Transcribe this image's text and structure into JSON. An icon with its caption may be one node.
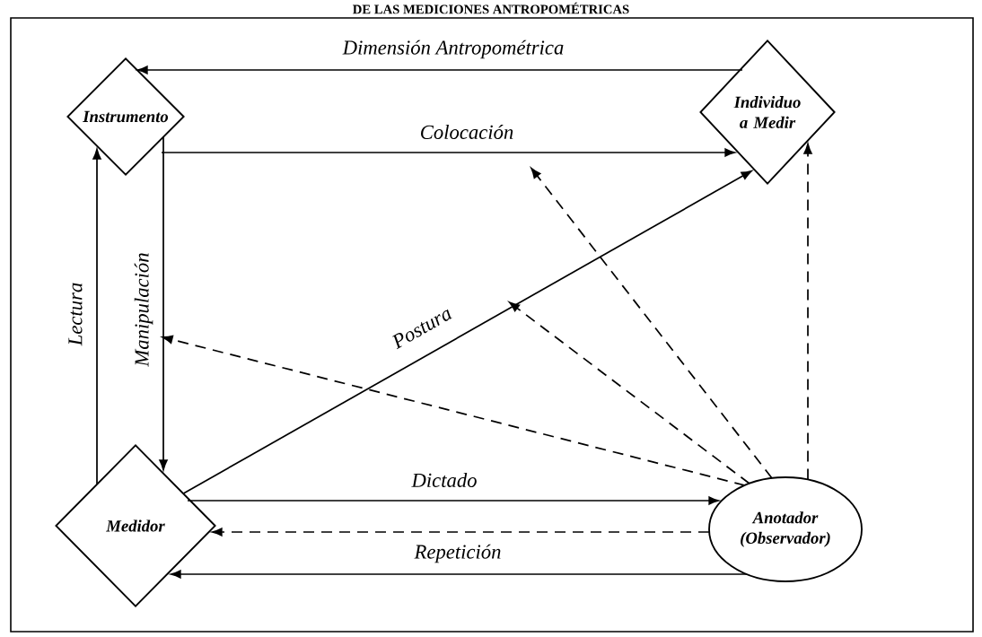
{
  "diagram": {
    "title": "DE LAS MEDICIONES ANTROPOMÉTRICAS",
    "nodes": [
      {
        "text": [
          "Instrumento"
        ]
      },
      {
        "text": [
          "Individuo a Medir"
        ]
      },
      {
        "text": [
          "Medidor"
        ]
      },
      {
        "text": [
          "Anotador (Observador)"
        ]
      }
    ],
    "edges": [
      {
        "from": 1,
        "to": 0,
        "arrow": "to",
        "label": "Dimensión Antropométrica"
      },
      {
        "from": 0,
        "to": 1,
        "arrow": "to",
        "label": "Colocación"
      },
      {
        "from": 2,
        "to": 0,
        "arrow": "to",
        "label": "Lectura"
      },
      {
        "from": 0,
        "to": 2,
        "arrow": "to",
        "label": "Manipulación"
      },
      {
        "from": 2,
        "to": 1,
        "arrow": "to",
        "label": "Postura"
      },
      {
        "from": 2,
        "to": 3,
        "arrow": "to",
        "label": "Dictado"
      },
      {
        "from": 3,
        "to": 2,
        "arrow": "to",
        "style": "dashed"
      },
      {
        "from": 3,
        "to": 2,
        "arrow": "to",
        "label": "Repetición"
      },
      {
        "from": 3,
        "to": 1,
        "arrow": "to",
        "style": "dashed"
      },
      {
        "from": 3,
        "to": null,
        "arrow": "to",
        "style": "dashed"
      },
      {
        "from": 3,
        "to": null,
        "arrow": "to",
        "style": "dashed"
      },
      {
        "from": 3,
        "to": null,
        "arrow": "to",
        "style": "dashed"
      }
    ]
  }
}
